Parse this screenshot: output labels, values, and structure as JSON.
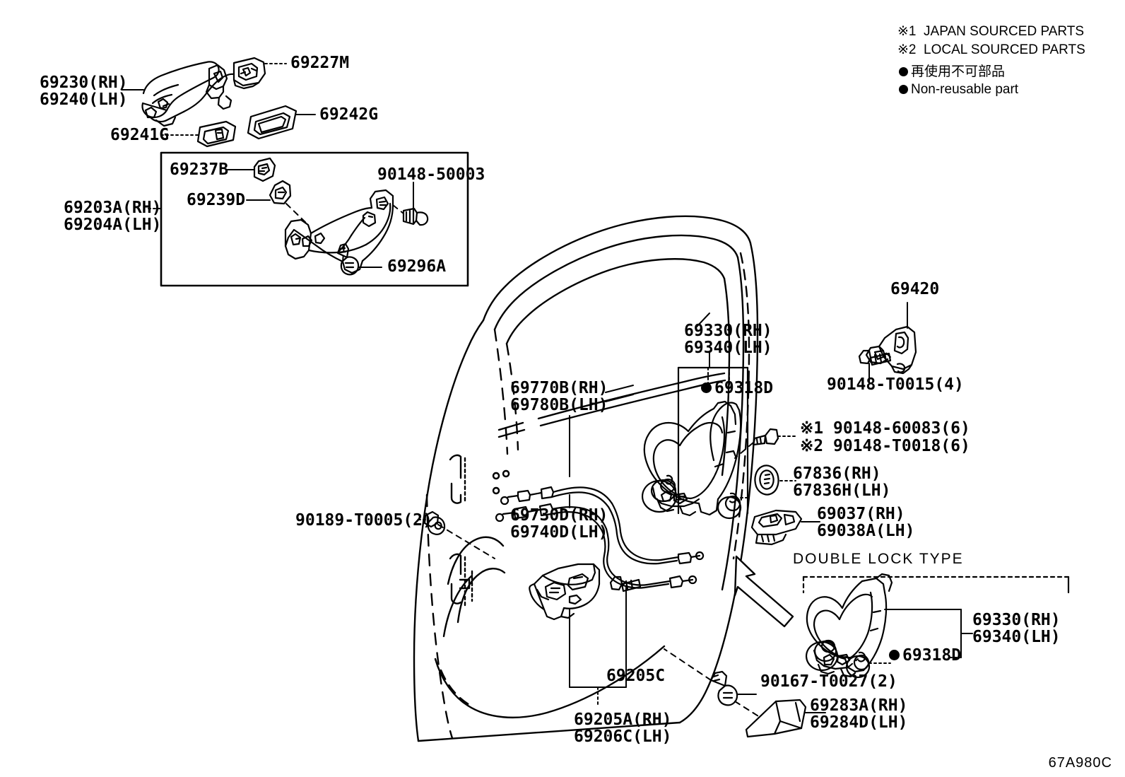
{
  "diagram": {
    "code": "67A980C",
    "title": "Rear door lock and handle parts diagram",
    "ink_color": "#000000",
    "background_color": "#ffffff"
  },
  "legend": {
    "note1": "※1  JAPAN SOURCED PARTS",
    "note2": "※2  LOCAL SOURCED PARTS",
    "nonreusable_jp": "再使用不可部品",
    "nonreusable_en": "Non-reusable part"
  },
  "sections": {
    "handle_assy_box": {
      "label_line1": "69203A(RH)",
      "label_line2": "69204A(LH)"
    },
    "double_lock": {
      "title": "DOUBLE LOCK TYPE"
    }
  },
  "labels": {
    "outer_handle_rh": "69230(RH)",
    "outer_handle_lh": "69240(LH)",
    "handle_cap": "69227M",
    "handle_cover_small": "69241G",
    "handle_bezel": "69242G",
    "clip_69237b": "69237B",
    "clip_69239d": "69239D",
    "bolt_90148_50003": "90148-50003",
    "screw_69296a": "69296A",
    "lock_assy_rh": "69330(RH)",
    "lock_assy_lh": "69340(LH)",
    "grommet_69318d": "69318D",
    "striker_69420": "69420",
    "screw_90148_t0015": "90148-T0015(4)",
    "screw_japan_90148_60083": "※1 90148-60083(6)",
    "screw_local_90148_t0018": "※2 90148-T0018(6)",
    "clip_67836_rh": "67836(RH)",
    "clip_67836h_lh": "67836H(LH)",
    "retainer_69037_rh": "69037(RH)",
    "retainer_69038a_lh": "69038A(LH)",
    "cable_69770b_rh": "69770B(RH)",
    "cable_69780b_lh": "69780B(LH)",
    "cable_69730d_rh": "69730D(RH)",
    "cable_69740d_lh": "69740D(LH)",
    "clip_90189_t0005": "90189-T0005(2)",
    "inner_handle_bezel": "69205C",
    "inner_handle_rh": "69205A(RH)",
    "inner_handle_lh": "69206C(LH)",
    "screw_90167_t0027": "90167-T0027(2)",
    "cap_69283a_rh": "69283A(RH)",
    "cap_69284d_lh": "69284D(LH)",
    "dl_lock_assy_rh": "69330(RH)",
    "dl_lock_assy_lh": "69340(LH)",
    "dl_grommet": "69318D"
  }
}
